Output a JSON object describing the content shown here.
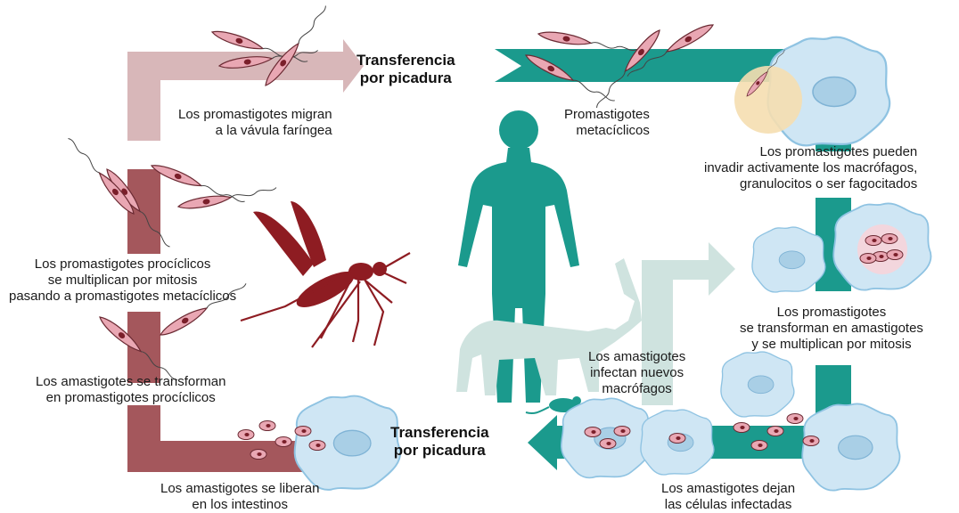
{
  "colors": {
    "teal": "#1b9a8d",
    "teal_light": "#cfe3df",
    "maroon": "#a4575c",
    "maroon_light": "#d8b7b9",
    "mosquito": "#8e1c22",
    "parasite": "#e9a7b3",
    "cell_blue": "#9fcfe9"
  },
  "labels": {
    "transfer_top": [
      "Transferencia",
      "por picadura"
    ],
    "transfer_bottom": [
      "Transferencia",
      "por picadura"
    ],
    "migran": [
      "Los promastigotes migran",
      "a la vávula faríngea"
    ],
    "metaciclicos": [
      "Promastigotes",
      "metacíclicos"
    ],
    "invadir": [
      "Los promastigotes pueden",
      "invadir activamente los macrófagos,",
      "granulocitos o ser fagocitados"
    ],
    "prociclicos": [
      "Los promastigotes procíclicos",
      "se multiplican por mitosis",
      "pasando a promastigotes metacíclicos"
    ],
    "transforman_amastigotes": [
      "Los promastigotes",
      "se transforman en amastigotes",
      "y se multiplican por mitosis"
    ],
    "amastigotes_transforman": [
      "Los amastigotes se transforman",
      "en promastigotes procíclicos"
    ],
    "infectan": [
      "Los amastigotes",
      "infectan nuevos",
      "macrófagos"
    ],
    "liberan": [
      "Los amastigotes se liberan",
      "en los intestinos"
    ],
    "dejan": [
      "Los amastigotes dejan",
      "las células infectadas"
    ]
  }
}
